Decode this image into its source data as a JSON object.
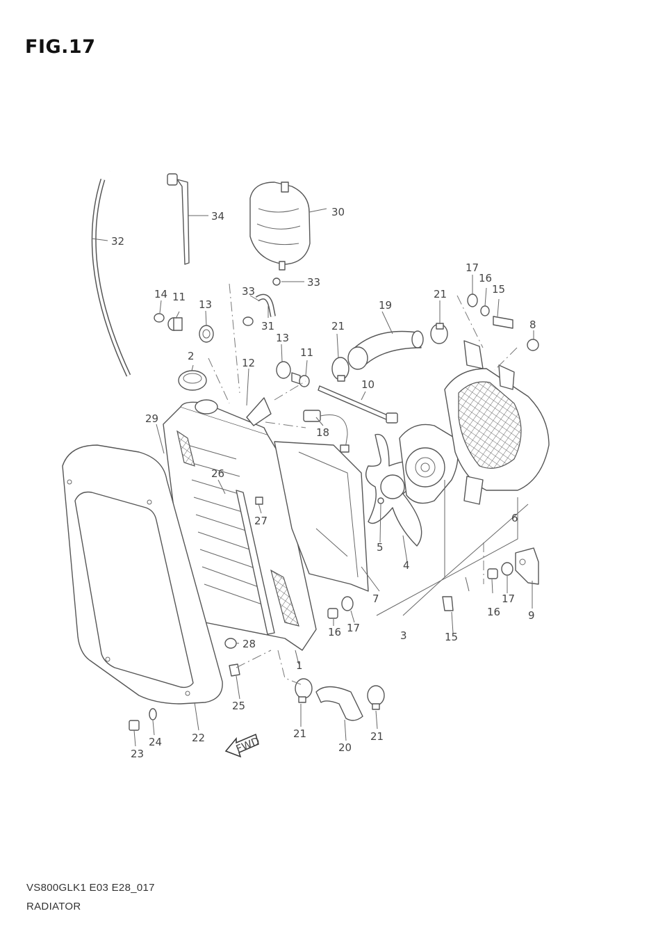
{
  "figure": {
    "title": "FIG.17",
    "code": "VS800GLK1 E03 E28_017",
    "name": "RADIATOR",
    "fwd_label": "FWD"
  },
  "callouts": {
    "p1": "1",
    "p2": "2",
    "p3": "3",
    "p4": "4",
    "p5": "5",
    "p6": "6",
    "p7": "7",
    "p8": "8",
    "p9": "9",
    "p10": "10",
    "p11a": "11",
    "p11b": "11",
    "p12": "12",
    "p13a": "13",
    "p13b": "13",
    "p14": "14",
    "p15a": "15",
    "p15b": "15",
    "p16a": "16",
    "p16b": "16",
    "p16c": "16",
    "p17a": "17",
    "p17b": "17",
    "p17c": "17",
    "p18": "18",
    "p19": "19",
    "p20": "20",
    "p21a": "21",
    "p21b": "21",
    "p21c": "21",
    "p21d": "21",
    "p22": "22",
    "p23": "23",
    "p24": "24",
    "p25": "25",
    "p26": "26",
    "p27": "27",
    "p28": "28",
    "p29": "29",
    "p30": "30",
    "p31": "31",
    "p32": "32",
    "p33a": "33",
    "p33b": "33",
    "p34": "34"
  }
}
